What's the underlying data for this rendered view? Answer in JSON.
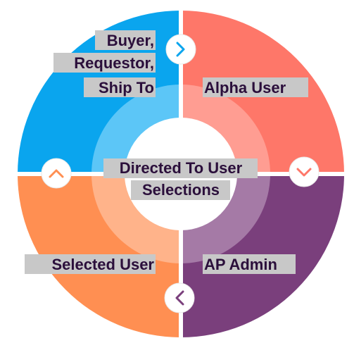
{
  "diagram": {
    "center_label": [
      "Directed To User",
      "Selections"
    ],
    "segments": [
      {
        "id": "top-left",
        "lines": [
          "Buyer,",
          "Requestor,",
          "Ship To"
        ],
        "color": "#0aa5ee",
        "inner_color": "#5cc6f7",
        "arrow": "right"
      },
      {
        "id": "top-right",
        "lines": [
          "Alpha User"
        ],
        "color": "#fe7769",
        "inner_color": "#ff9d92",
        "arrow": "down"
      },
      {
        "id": "bottom-right",
        "lines": [
          "AP Admin"
        ],
        "color": "#7a3f7c",
        "inner_color": "#a57aa6",
        "arrow": "left"
      },
      {
        "id": "bottom-left",
        "lines": [
          "Selected User"
        ],
        "color": "#ff8f52",
        "inner_color": "#ffb38a",
        "arrow": "up"
      }
    ]
  }
}
